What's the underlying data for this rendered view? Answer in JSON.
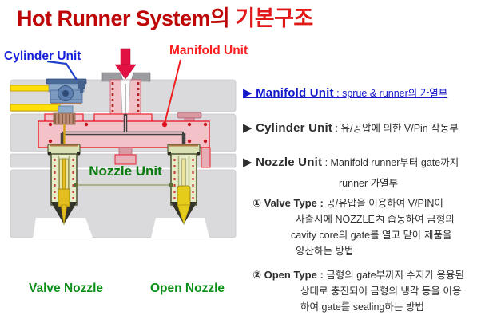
{
  "title": {
    "main": "Hot Runner System의 ",
    "accent": "기본구조"
  },
  "diagram": {
    "labels": {
      "cylinder_unit": "Cylinder Unit",
      "manifold_unit": "Manifold Unit",
      "nozzle_unit": "Nozzle Unit",
      "valve_nozzle": "Valve Nozzle",
      "open_nozzle": "Open Nozzle"
    },
    "colors": {
      "title_red": "#BE0606",
      "title_accent_red": "#E01818",
      "label_blue": "#1822DC",
      "label_red": "#FA1E1E",
      "label_green": "#0B7B10",
      "manifold_pink": "#F2C2C8",
      "manifold_outline": "#E8232D",
      "plate_gray": "#DADADD",
      "hose_yellow": "#FFE00A",
      "nozzle_body_green": "#E6ECC8",
      "melt_yellow": "#E2BE1E",
      "arrow_crimson": "#E11243"
    }
  },
  "descriptions": {
    "manifold": {
      "heading": "▶ Manifold Unit",
      "text": " : sprue & runner의 가열부"
    },
    "cylinder": {
      "heading": "▶ Cylinder Unit",
      "text": " : 유/공압에 의한 V/Pin 작동부"
    },
    "nozzle": {
      "heading": "▶ Nozzle Unit",
      "text": " : Manifold runner부터 gate까지",
      "text2": "runner 가열부"
    },
    "valve_type": {
      "heading": "① Valve Type :",
      "line1": " 공/유압을 이용하여 V/PIN이",
      "line2": "사출시에 NOZZLE內 습동하여 금형의",
      "line3": "cavity core의 gate를 열고 닫아 제품을",
      "line4": "양산하는 방법"
    },
    "open_type": {
      "heading": "② Open Type :",
      "line1": " 금형의 gate부까지 수지가 용융된",
      "line2": "상태로 충진되어 금형의 냉각 등을 이용",
      "line3": "하여 gate를 sealing하는 방법"
    }
  }
}
